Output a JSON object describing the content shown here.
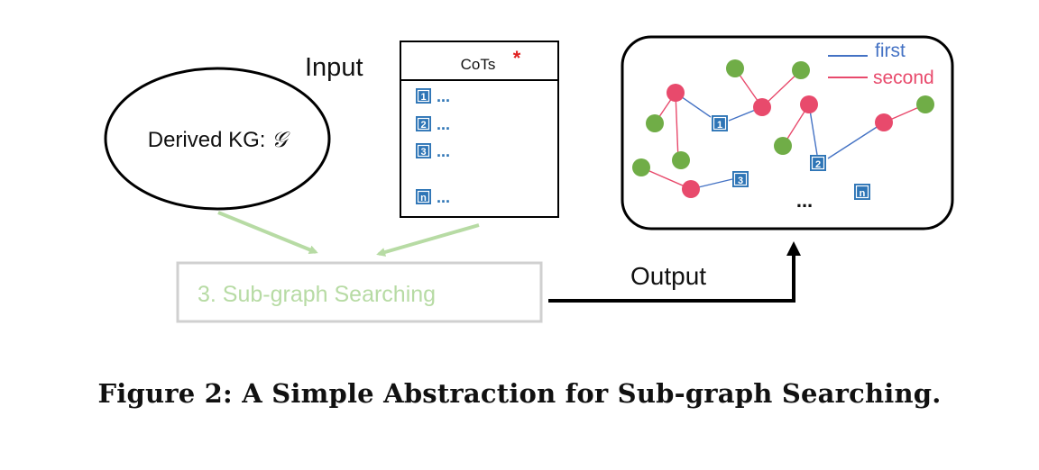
{
  "input_label": "Input",
  "kg": {
    "label": "Derived KG: ",
    "symbol": "𝒢"
  },
  "cots": {
    "title": "CoTs",
    "star": "*",
    "rows": [
      {
        "badge": "1",
        "text": "..."
      },
      {
        "badge": "2",
        "text": "..."
      },
      {
        "badge": "3",
        "text": "..."
      },
      {
        "badge": "n",
        "text": "..."
      }
    ]
  },
  "search_box": {
    "label": "3. Sub-graph Searching"
  },
  "output_label": "Output",
  "legend": {
    "first": "first",
    "second": "second"
  },
  "graph": {
    "badges": [
      "1",
      "2",
      "3",
      "n"
    ],
    "ellipsis": "..."
  },
  "caption": "Figure 2: A Simple Abstraction for Sub-graph Searching.",
  "colors": {
    "green": "#70ad47",
    "red": "#e84a6c",
    "blue": "#4472c4",
    "badge": "#2e75b6",
    "faded_green": "#b7dba4",
    "faded_box": "#d0d0d0"
  }
}
